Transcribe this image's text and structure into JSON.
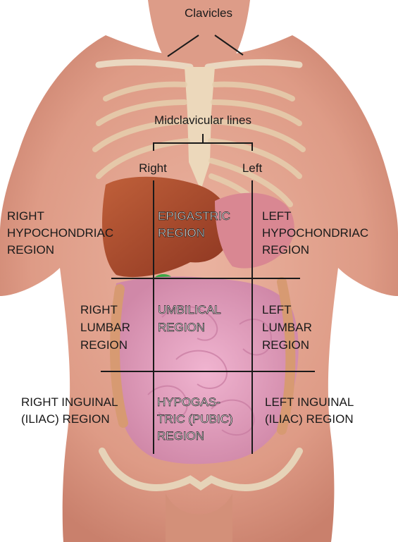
{
  "header": {
    "clavicles_label": "Clavicles",
    "midclavicular_label": "Midclavicular lines",
    "right_label": "Right",
    "left_label": "Left"
  },
  "regions": {
    "right_hypochondriac": [
      "RIGHT",
      "HYPOCHONDRIAC",
      "REGION"
    ],
    "epigastric": [
      "EPIGASTRIC",
      "REGION"
    ],
    "left_hypochondriac": [
      "LEFT",
      "HYPOCHONDRIAC",
      "REGION"
    ],
    "right_lumbar": [
      "RIGHT",
      "LUMBAR",
      "REGION"
    ],
    "umbilical": [
      "UMBILICAL",
      "REGION"
    ],
    "left_lumbar": [
      "LEFT",
      "LUMBAR",
      "REGION"
    ],
    "right_inguinal": [
      "RIGHT INGUINAL",
      "(ILIAC) REGION"
    ],
    "hypogastric": [
      "HYPOGAS-",
      "TRIC (PUBIC)",
      "REGION"
    ],
    "left_inguinal": [
      "LEFT INGUINAL",
      "(ILIAC) REGION"
    ]
  },
  "colors": {
    "skin": "#e2a08c",
    "skin_shadow": "#c97d6b",
    "rib": "#e9d3b5",
    "liver": "#a8452a",
    "stomach": "#d98a8e",
    "intestine": "#e6a0c0",
    "gallbladder": "#3aa845",
    "line": "#1a1a1a"
  }
}
